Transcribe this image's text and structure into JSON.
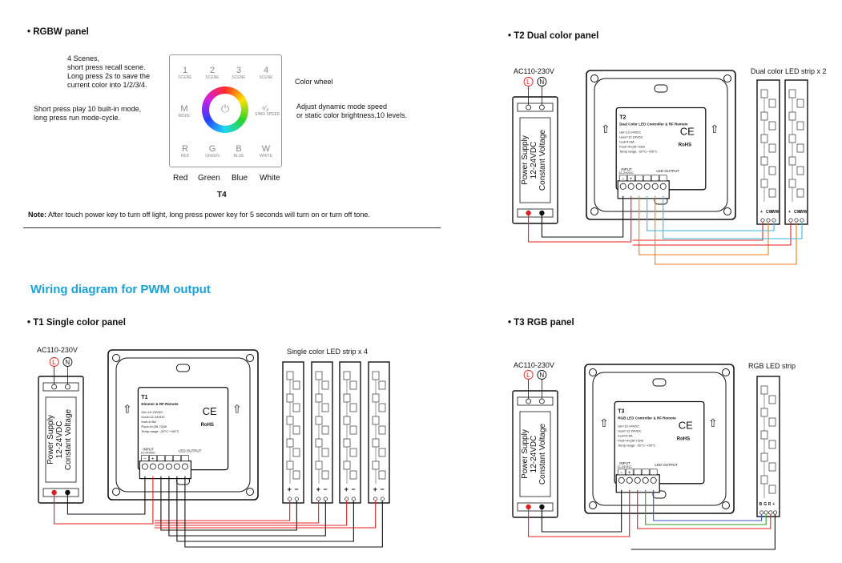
{
  "rgbw": {
    "title": "RGBW panel",
    "scene_note_1": "4 Scenes,",
    "scene_note_2": "short press recall scene.",
    "scene_note_3": "Long press 2s to save the",
    "scene_note_4": "current color into 1/2/3/4.",
    "mode_note_1": "Short press play 10 built-in mode,",
    "mode_note_2": "long press run mode-cycle.",
    "color_wheel": "Color wheel",
    "speed_note_1": "Adjust dynamic mode speed",
    "speed_note_2": "or static color brightness,10 levels.",
    "buttons": [
      "1",
      "2",
      "3",
      "4"
    ],
    "scene_sub": "SCENE",
    "m_label": "M",
    "m_sub": "MODE",
    "speed_sub": "S/BRI SPEED",
    "rgbw_keys": [
      "R",
      "G",
      "B",
      "W"
    ],
    "rgbw_subs": [
      "RED",
      "GREEN",
      "BLUE",
      "WHITE"
    ],
    "color_names": [
      "Red",
      "Green",
      "Blue",
      "White"
    ],
    "model": "T4",
    "note_label": "Note:",
    "note_text": " After touch power key to turn off light, long press power key for 5 seconds will turn on or turn off tone."
  },
  "section_title": "Wiring diagram for PWM output",
  "t1": {
    "title": "T1  Single color panel",
    "ac": "AC110-230V",
    "strip": "Single color LED strip x 4",
    "model": "T1",
    "desc": "Dimmer & RF Remote"
  },
  "t2": {
    "title": "T2 Dual color panel",
    "ac": "AC110-230V",
    "strip": "Dual color LED strip x 2",
    "model": "T2",
    "desc": "Dual Color LED Controller & RF Remote"
  },
  "t3": {
    "title": "T3  RGB panel",
    "ac": "AC110-230V",
    "strip": "RGB LED strip",
    "model": "T3",
    "desc": "RGB LED Controller & RF Remote"
  },
  "psu": {
    "line1": "Power Supply",
    "line2": "12-24VDC",
    "line3": "Constant Voltage",
    "L": "L",
    "N": "N"
  },
  "controller": {
    "spec1": "Uin=12-24VDC",
    "spec2": "Uout=12-24VDC",
    "spec3": "Iout=4×5A",
    "spec4": "Pout=4×(36-72)W",
    "spec5": "Temp range: -20°C~+50°C",
    "ce": "CE",
    "rohs": "RoHS",
    "input": "INPUT",
    "input_v": "12-24VDC",
    "output": "LED OUTPUT"
  },
  "colors": {
    "accent": "#19a3dc",
    "red": "#e02020",
    "orange": "#f07a1a",
    "cyan": "#3ab6e6",
    "green": "#2aa02a",
    "blue": "#3050c8"
  }
}
